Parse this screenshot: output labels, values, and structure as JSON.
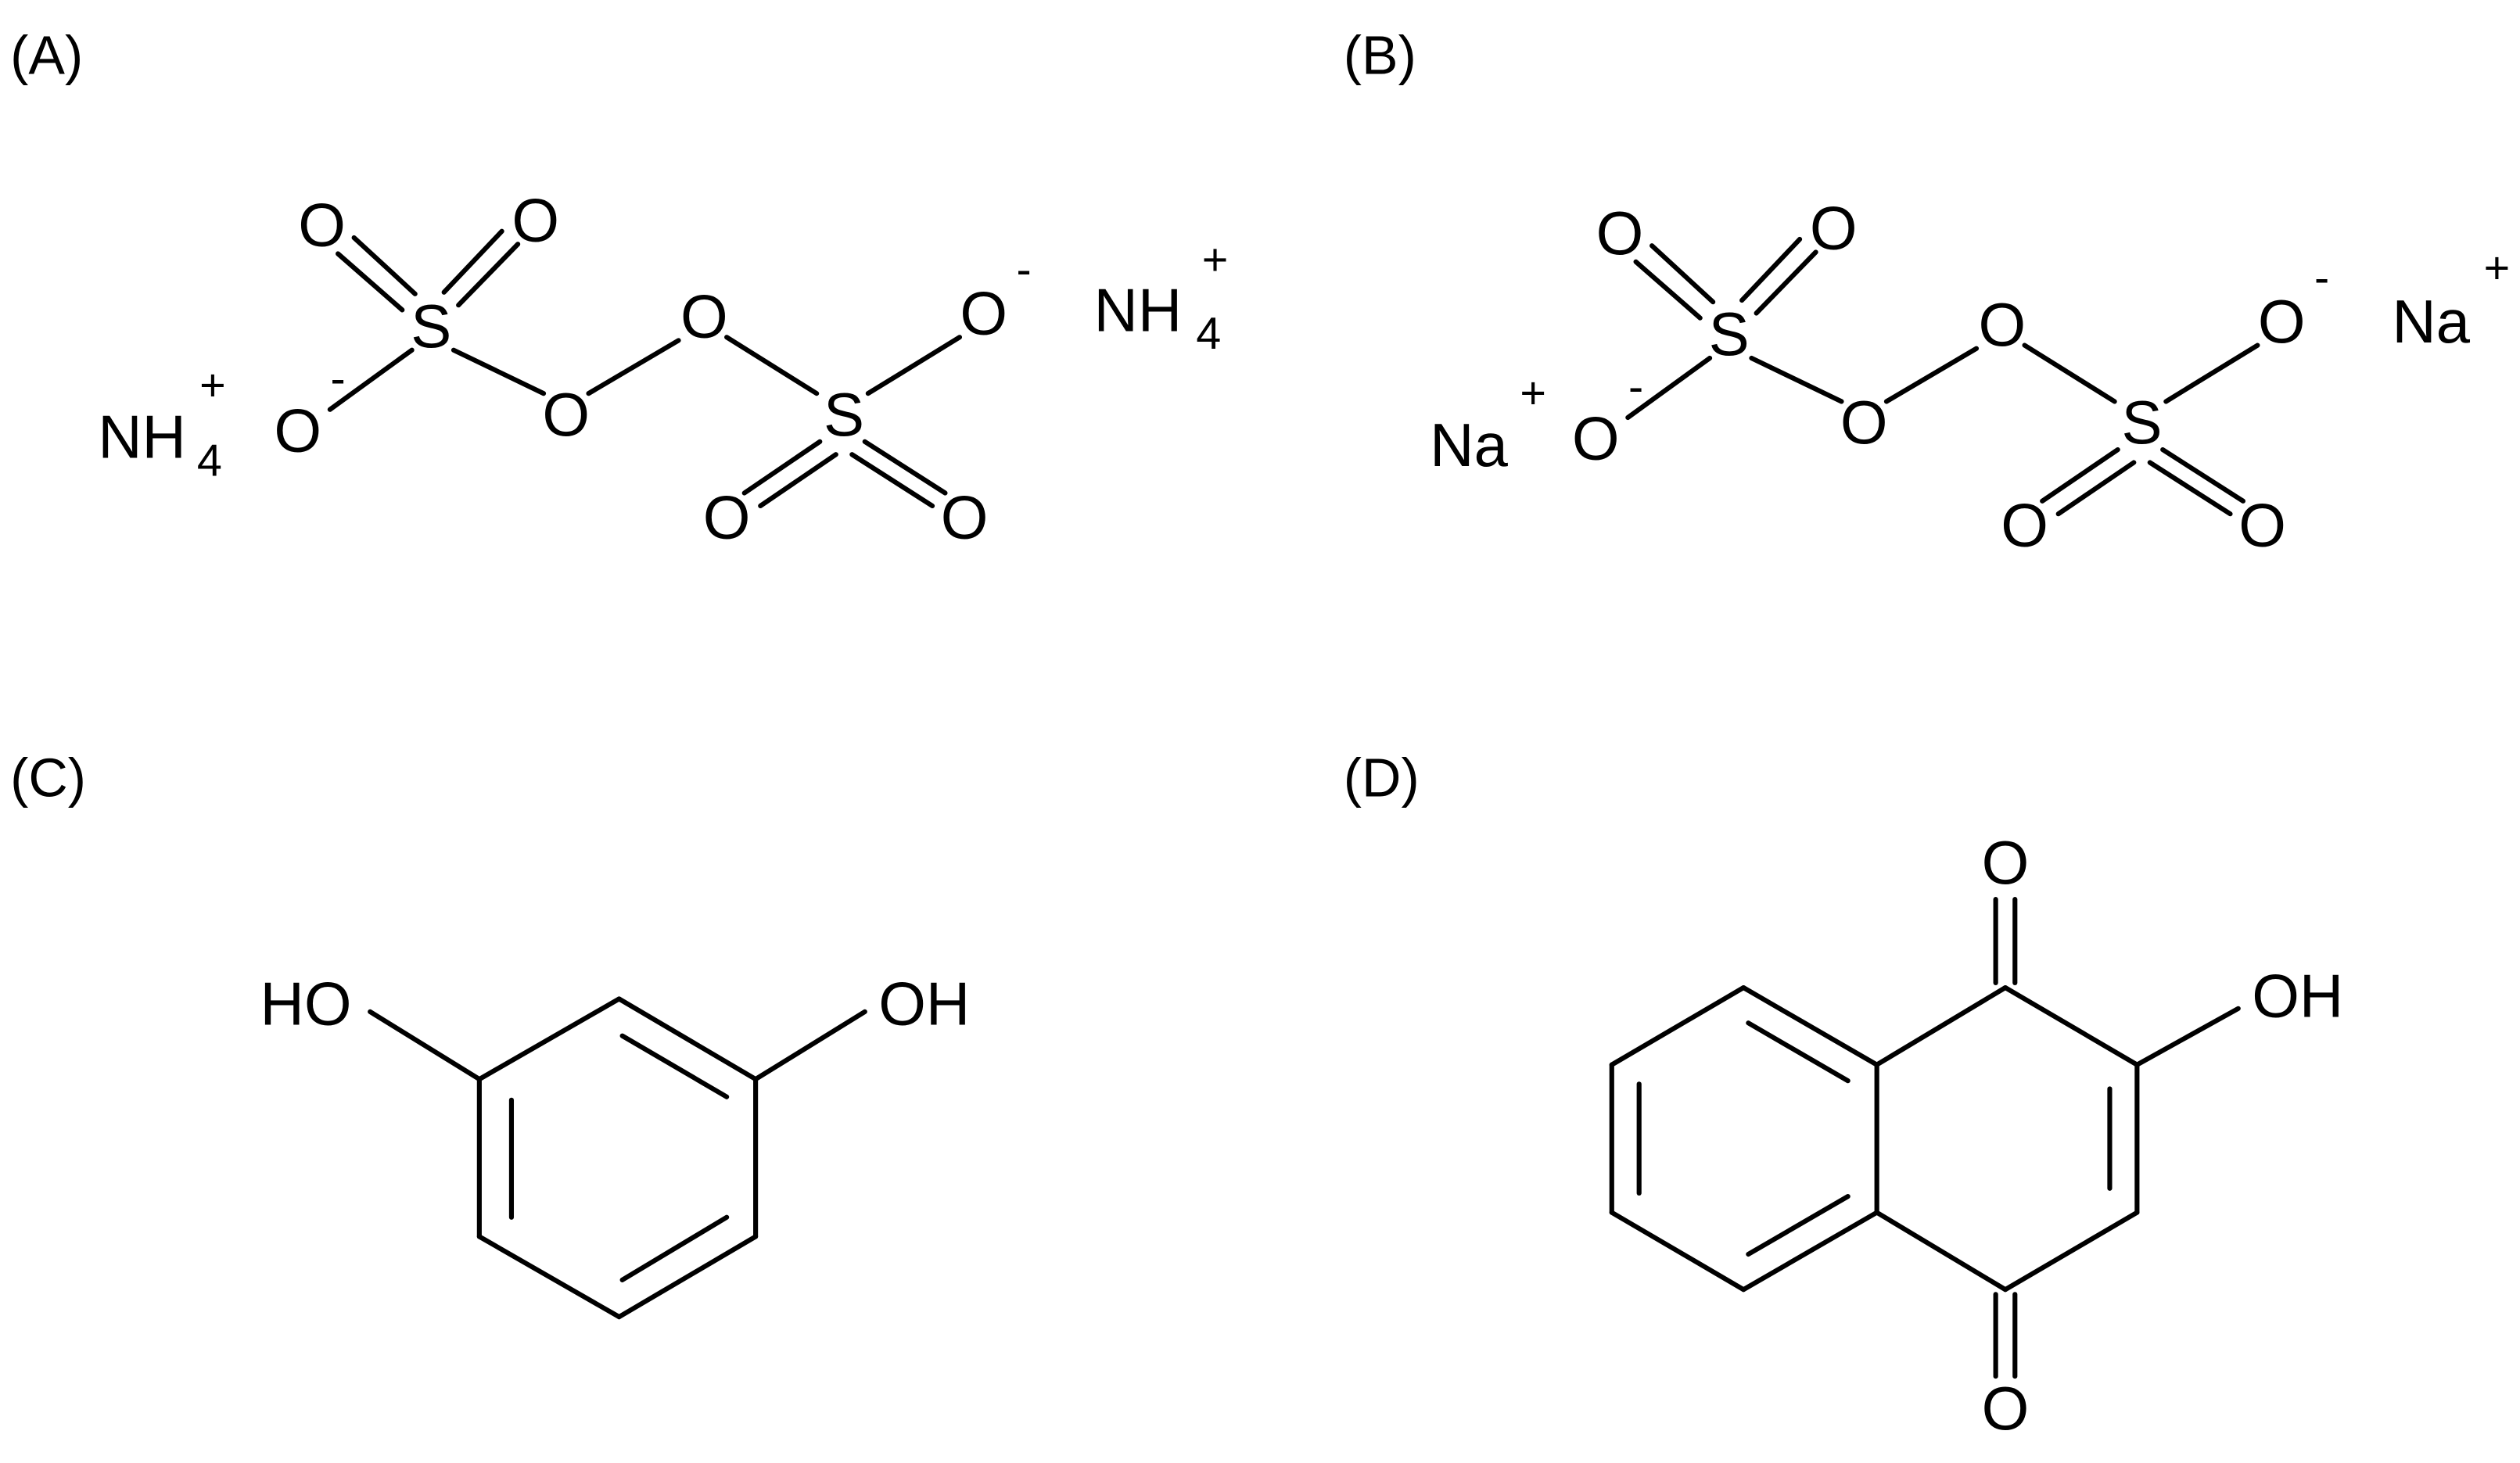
{
  "panels": [
    {
      "label": "(A)",
      "atoms": {
        "o": "O",
        "s": "S",
        "cation": "NH",
        "cation_sub": "4",
        "plus": "+",
        "minus": "-"
      }
    },
    {
      "label": "(B)",
      "atoms": {
        "o": "O",
        "s": "S",
        "cation": "Na",
        "plus": "+",
        "minus": "-"
      }
    },
    {
      "label": "(C)",
      "atoms": {
        "ho": "HO",
        "oh": "OH"
      }
    },
    {
      "label": "(D)",
      "atoms": {
        "o": "O",
        "oh": "OH"
      }
    }
  ]
}
